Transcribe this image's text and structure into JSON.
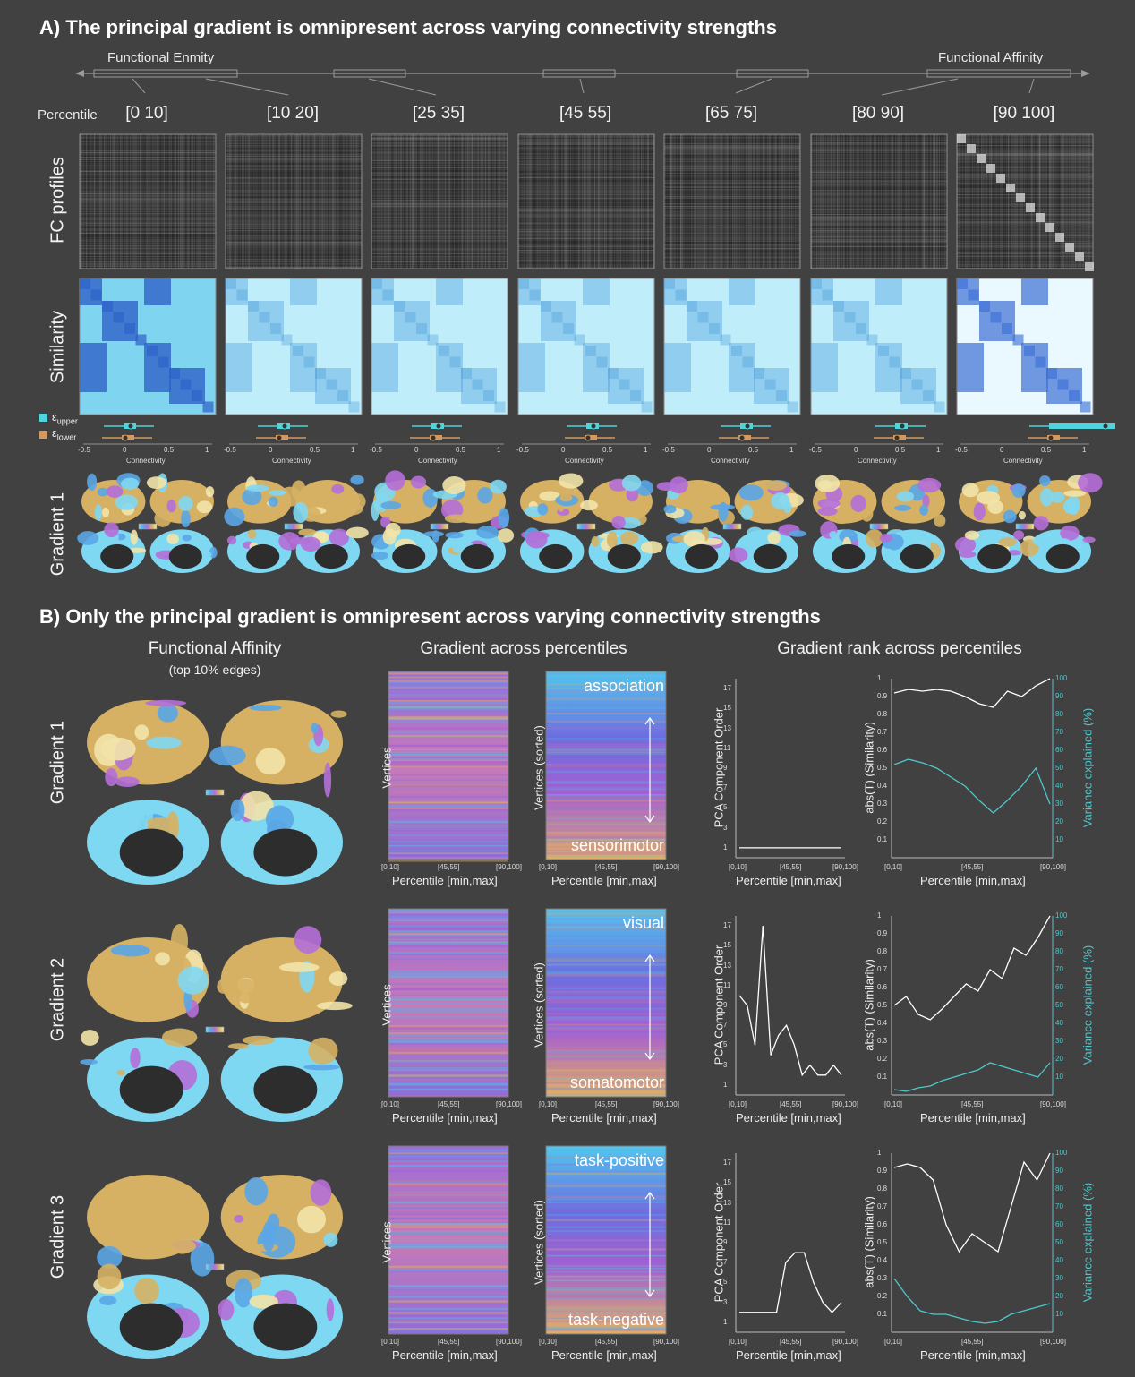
{
  "panelA": {
    "title": "A) The principal gradient is omnipresent across varying connectivity strengths",
    "axis_left": "Functional Enmity",
    "axis_right": "Functional Affinity",
    "percentile_label": "Percentile",
    "percentiles": [
      "[0 10]",
      "[10 20]",
      "[25 35]",
      "[45 55]",
      "[65 75]",
      "[80 90]",
      "[90 100]"
    ],
    "rows": [
      "FC profiles",
      "Similarity",
      "Gradient 1"
    ],
    "legend": {
      "upper": "ε",
      "upper_sub": "upper",
      "lower": "ε",
      "lower_sub": "lower",
      "upper_color": "#4fd3dc",
      "lower_color": "#d19a62"
    },
    "box_axis": {
      "ticks": [
        "-0.5",
        "0",
        "0.5",
        "1"
      ],
      "label": "Connectivity"
    },
    "colorbar": {
      "minus": "-",
      "plus": "+"
    }
  },
  "panelB": {
    "title": "B) Only the principal gradient is omnipresent across varying connectivity strengths",
    "col1_header": "Functional Affinity",
    "col1_sub": "(top 10% edges)",
    "col2_header": "Gradient across percentiles",
    "col3_header": "Gradient rank across percentiles",
    "xlabel": "Percentile [min,max]",
    "xticks": [
      "[0,10]",
      "[45,55]",
      "[90,100]"
    ],
    "ylabel_vertices": "Vertices",
    "ylabel_sorted": "Vertices (sorted)",
    "ylabel_pca": "PCA Component Order",
    "ylabel_sim": "abs(T) (Similarity)",
    "ylabel_var": "Variance explained (%)",
    "pca_ticks": [
      "1",
      "3",
      "5",
      "7",
      "9",
      "11",
      "13",
      "15",
      "17"
    ],
    "sim_ticks": [
      "0.1",
      "0.2",
      "0.3",
      "0.4",
      "0.5",
      "0.6",
      "0.7",
      "0.8",
      "0.9",
      "1"
    ],
    "var_ticks": [
      "10",
      "20",
      "30",
      "40",
      "50",
      "60",
      "70",
      "80",
      "90",
      "100"
    ],
    "gradients": [
      {
        "label": "Gradient 1",
        "top": "association",
        "bottom": "sensorimotor"
      },
      {
        "label": "Gradient 2",
        "top": "visual",
        "bottom": "somatomotor"
      },
      {
        "label": "Gradient 3",
        "top": "task-positive",
        "bottom": "task-negative"
      }
    ],
    "colorbar": {
      "minus": "-",
      "plus": "+"
    }
  },
  "chart_data": [
    {
      "type": "line",
      "title": "",
      "xlabel": "Percentile [min,max]",
      "ylabel": "PCA Component Order",
      "series": [
        {
          "values": [
            1,
            1,
            1,
            1,
            1,
            1,
            1,
            1,
            1,
            1,
            1
          ]
        }
      ],
      "ylim": [
        0,
        18
      ]
    },
    {
      "type": "line",
      "title": "",
      "xlabel": "Percentile [min,max]",
      "ylabel": "abs(T) (Similarity)",
      "series": [
        {
          "values": [
            0.92,
            0.94,
            0.93,
            0.94,
            0.93,
            0.9,
            0.86,
            0.84,
            0.93,
            0.9,
            0.96,
            1.0
          ]
        },
        {
          "values": [
            52,
            55,
            53,
            50,
            45,
            40,
            32,
            25,
            32,
            40,
            50,
            30
          ]
        }
      ],
      "ylim": [
        0,
        1
      ]
    },
    {
      "type": "line",
      "title": "",
      "xlabel": "Percentile [min,max]",
      "ylabel": "PCA Component Order",
      "series": [
        {
          "values": [
            10,
            9,
            5,
            17,
            4,
            6,
            7,
            5,
            2,
            3,
            2,
            2,
            3,
            2
          ]
        }
      ],
      "ylim": [
        0,
        18
      ]
    },
    {
      "type": "line",
      "title": "",
      "xlabel": "Percentile [min,max]",
      "ylabel": "abs(T) (Similarity)",
      "series": [
        {
          "values": [
            0.5,
            0.55,
            0.45,
            0.42,
            0.48,
            0.55,
            0.62,
            0.58,
            0.7,
            0.65,
            0.82,
            0.78,
            0.88,
            1.0
          ]
        },
        {
          "values": [
            3,
            2,
            4,
            5,
            8,
            10,
            12,
            14,
            18,
            16,
            14,
            12,
            10,
            18
          ]
        }
      ],
      "ylim": [
        0,
        1
      ]
    },
    {
      "type": "line",
      "title": "",
      "xlabel": "Percentile [min,max]",
      "ylabel": "PCA Component Order",
      "series": [
        {
          "values": [
            2,
            2,
            2,
            2,
            2,
            7,
            8,
            8,
            5,
            3,
            2,
            3
          ]
        }
      ],
      "ylim": [
        0,
        18
      ]
    },
    {
      "type": "line",
      "title": "",
      "xlabel": "Percentile [min,max]",
      "ylabel": "abs(T) (Similarity)",
      "series": [
        {
          "values": [
            0.92,
            0.94,
            0.92,
            0.85,
            0.6,
            0.45,
            0.55,
            0.5,
            0.45,
            0.7,
            0.95,
            0.85,
            1.0
          ]
        },
        {
          "values": [
            30,
            20,
            12,
            10,
            10,
            8,
            6,
            5,
            6,
            10,
            12,
            14,
            16
          ]
        }
      ],
      "ylim": [
        0,
        1
      ]
    }
  ]
}
